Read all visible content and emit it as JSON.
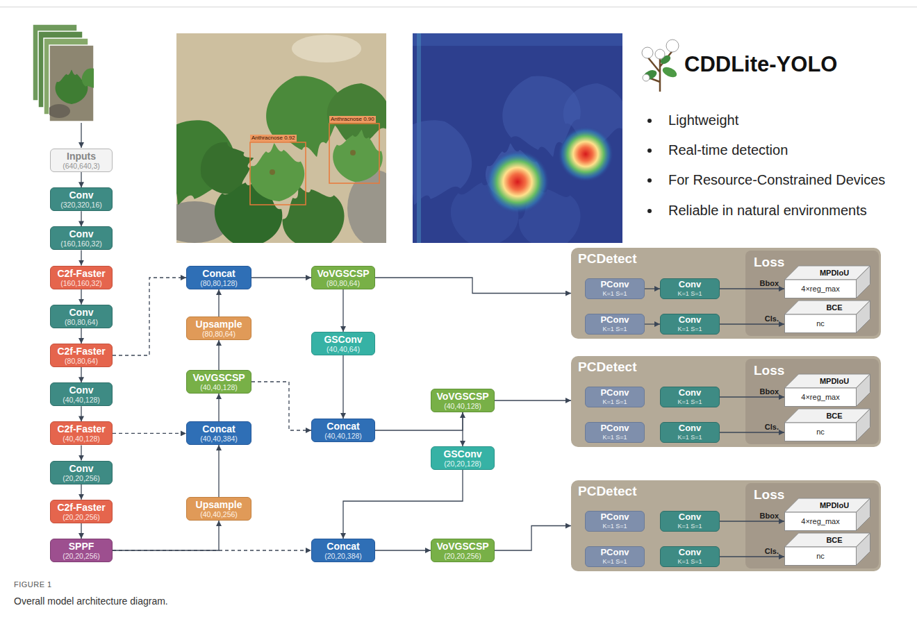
{
  "diagram": {
    "title": "CDDLite-YOLO",
    "caption": "Overall model architecture diagram.",
    "nodes": [
      {
        "text": [
          "Inputs",
          "(640,640,3)"
        ]
      },
      {
        "text": [
          "Conv",
          "(320,320,16)"
        ]
      },
      {
        "text": [
          "Conv",
          "(160,160,32)"
        ]
      },
      {
        "text": [
          "C2f-Faster",
          "(160,160,32)"
        ]
      },
      {
        "text": [
          "Conv",
          "(80,80,64)"
        ]
      },
      {
        "text": [
          "C2f-Faster",
          "(80,80,64)"
        ]
      },
      {
        "text": [
          "Conv",
          "(40,40,128)"
        ]
      },
      {
        "text": [
          "C2f-Faster",
          "(40,40,128)"
        ]
      },
      {
        "text": [
          "Conv",
          "(20,20,256)"
        ]
      },
      {
        "text": [
          "C2f-Faster",
          "(20,20,256)"
        ]
      },
      {
        "text": [
          "SPPF",
          "(20,20,256)"
        ]
      },
      {
        "text": [
          "Concat",
          "(80,80,128)"
        ]
      },
      {
        "text": [
          "Upsample",
          "(80,80,64)"
        ]
      },
      {
        "text": [
          "VoVGSCSP",
          "(40,40,128)"
        ]
      },
      {
        "text": [
          "Concat",
          "(40,40,384)"
        ]
      },
      {
        "text": [
          "Upsample",
          "(40,40,256)"
        ]
      },
      {
        "text": [
          "VoVGSCSP",
          "(80,80,64)"
        ]
      },
      {
        "text": [
          "GSConv",
          "(40,40,64)"
        ]
      },
      {
        "text": [
          "Concat",
          "(40,40,128)"
        ]
      },
      {
        "text": [
          "Concat",
          "(20,20,384)"
        ]
      },
      {
        "text": [
          "VoVGSCSP",
          "(40,40,128)"
        ]
      },
      {
        "text": [
          "GSConv",
          "(20,20,128)"
        ]
      },
      {
        "text": [
          "VoVGSCSP",
          "(20,20,256)"
        ]
      },
      {
        "text": [
          "PCDetect"
        ]
      },
      {
        "text": [
          "PConv",
          "K=1 S=1"
        ],
        "in": 23
      },
      {
        "text": [
          "Conv",
          "K=1 S=1"
        ],
        "in": 23
      },
      {
        "text": [
          "PConv",
          "K=1 S=1"
        ],
        "in": 23
      },
      {
        "text": [
          "Conv",
          "K=1 S=1"
        ],
        "in": 23
      },
      {
        "text": [
          "Loss"
        ],
        "in": 23
      },
      {
        "text": [
          "MPDIoU",
          "4×reg_max"
        ],
        "in": 28
      },
      {
        "text": [
          "BCE",
          "nc"
        ],
        "in": 28
      },
      {
        "text": [
          "PCDetect"
        ]
      },
      {
        "text": [
          "PConv",
          "K=1 S=1"
        ],
        "in": 31
      },
      {
        "text": [
          "Conv",
          "K=1 S=1"
        ],
        "in": 31
      },
      {
        "text": [
          "PConv",
          "K=1 S=1"
        ],
        "in": 31
      },
      {
        "text": [
          "Conv",
          "K=1 S=1"
        ],
        "in": 31
      },
      {
        "text": [
          "Loss"
        ],
        "in": 31
      },
      {
        "text": [
          "MPDIoU",
          "4×reg_max"
        ],
        "in": 36
      },
      {
        "text": [
          "BCE",
          "nc"
        ],
        "in": 36
      },
      {
        "text": [
          "PCDetect"
        ]
      },
      {
        "text": [
          "PConv",
          "K=1 S=1"
        ],
        "in": 39
      },
      {
        "text": [
          "Conv",
          "K=1 S=1"
        ],
        "in": 39
      },
      {
        "text": [
          "PConv",
          "K=1 S=1"
        ],
        "in": 39
      },
      {
        "text": [
          "Conv",
          "K=1 S=1"
        ],
        "in": 39
      },
      {
        "text": [
          "Loss"
        ],
        "in": 39
      },
      {
        "text": [
          "MPDIoU",
          "4×reg_max"
        ],
        "in": 44
      },
      {
        "text": [
          "BCE",
          "nc"
        ],
        "in": 44
      }
    ],
    "edges": [
      {
        "from": 0,
        "to": 1,
        "arrow": "to"
      },
      {
        "from": 1,
        "to": 2,
        "arrow": "to"
      },
      {
        "from": 2,
        "to": 3,
        "arrow": "to"
      },
      {
        "from": 3,
        "to": 4,
        "arrow": "to"
      },
      {
        "from": 4,
        "to": 5,
        "arrow": "to"
      },
      {
        "from": 5,
        "to": 6,
        "arrow": "to"
      },
      {
        "from": 6,
        "to": 7,
        "arrow": "to"
      },
      {
        "from": 7,
        "to": 8,
        "arrow": "to"
      },
      {
        "from": 8,
        "to": 9,
        "arrow": "to"
      },
      {
        "from": 9,
        "to": 10,
        "arrow": "to"
      },
      {
        "from": 5,
        "to": 11,
        "arrow": "to"
      },
      {
        "from": 7,
        "to": 14,
        "arrow": "to"
      },
      {
        "from": 10,
        "to": 15,
        "arrow": "to"
      },
      {
        "from": 10,
        "to": 19,
        "arrow": "to"
      },
      {
        "from": 15,
        "to": 14,
        "arrow": "to"
      },
      {
        "from": 14,
        "to": 13,
        "arrow": "to"
      },
      {
        "from": 13,
        "to": 12,
        "arrow": "to"
      },
      {
        "from": 12,
        "to": 11,
        "arrow": "to"
      },
      {
        "from": 13,
        "to": 18,
        "arrow": "to"
      },
      {
        "from": 11,
        "to": 16,
        "arrow": "to"
      },
      {
        "from": 16,
        "to": 17,
        "arrow": "to"
      },
      {
        "from": 17,
        "to": 18,
        "arrow": "to"
      },
      {
        "from": 16,
        "to": 23,
        "arrow": "to"
      },
      {
        "from": 18,
        "to": 20,
        "arrow": "to"
      },
      {
        "from": 20,
        "to": 21,
        "arrow": "to"
      },
      {
        "from": 20,
        "to": 31,
        "arrow": "to"
      },
      {
        "from": 21,
        "to": 19,
        "arrow": "to"
      },
      {
        "from": 19,
        "to": 22,
        "arrow": "to"
      },
      {
        "from": 22,
        "to": 39,
        "arrow": "to"
      },
      {
        "from": 24,
        "to": 25,
        "arrow": "to"
      },
      {
        "from": 26,
        "to": 27,
        "arrow": "to"
      },
      {
        "from": 25,
        "to": 29,
        "label": "Bbox",
        "arrow": "to"
      },
      {
        "from": 27,
        "to": 30,
        "label": "Cls.",
        "arrow": "to"
      },
      {
        "from": 33,
        "to": 37,
        "label": "Bbox",
        "arrow": "to"
      },
      {
        "from": 35,
        "to": 38,
        "label": "Cls.",
        "arrow": "to"
      },
      {
        "from": 41,
        "to": 45,
        "label": "Bbox",
        "arrow": "to"
      },
      {
        "from": 43,
        "to": 46,
        "label": "Cls.",
        "arrow": "to"
      }
    ],
    "labels": [
      "Lightweight",
      "Real-time detection",
      "For Resource-Constrained Devices",
      "Reliable in natural environments",
      "Anthracnose 0.92",
      "Anthracnose 0.90",
      "FIGURE 1"
    ]
  }
}
